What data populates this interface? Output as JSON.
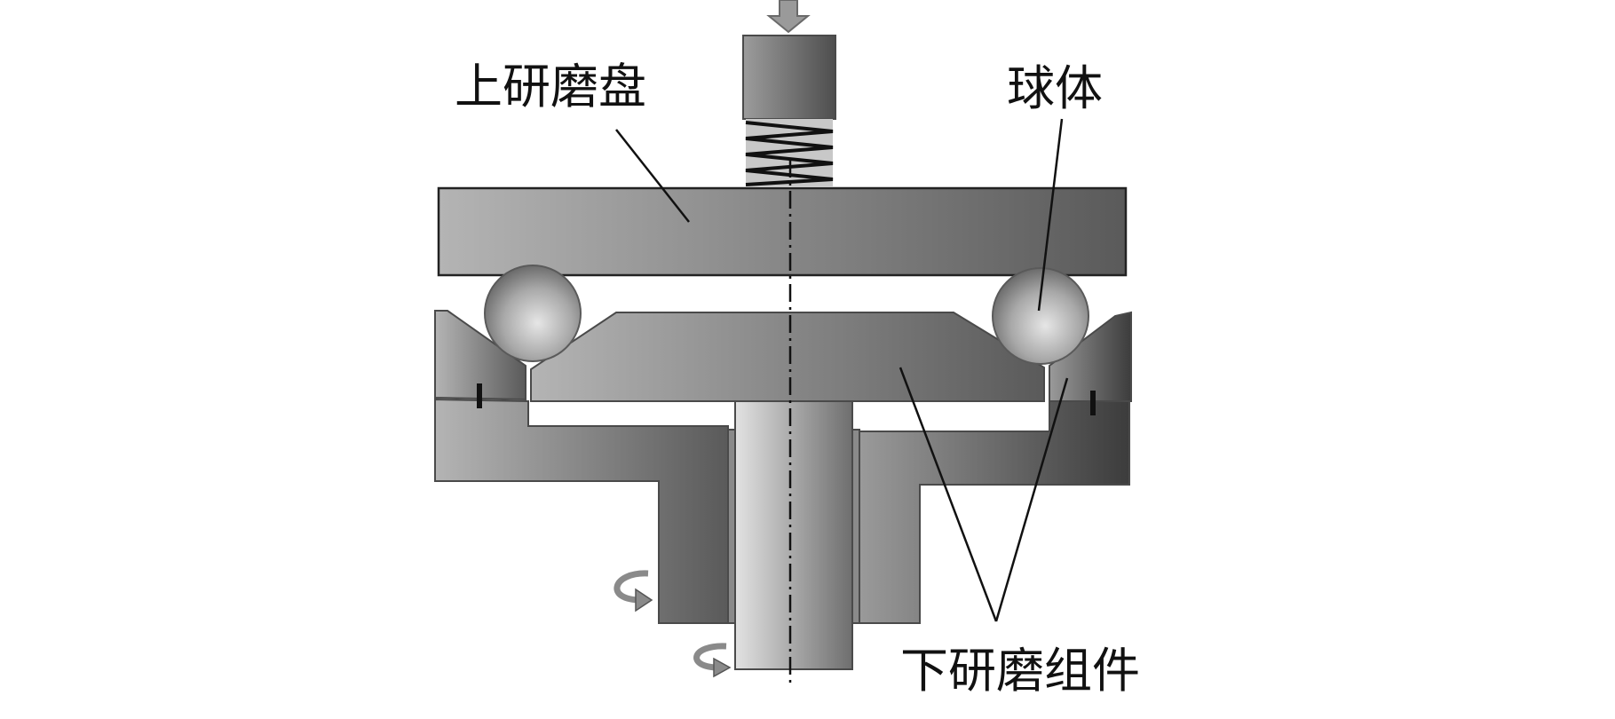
{
  "labels": {
    "upper_disc": "上研磨盘",
    "ball": "球体",
    "lower_assembly": "下研磨组件"
  },
  "colors": {
    "outline": "#4a4a4a",
    "dark_gray": "#5e5e5e",
    "mid_gray": "#8c8c8c",
    "light_gray": "#c4c4c4",
    "leader_line": "#111111",
    "axis_line": "#111111"
  },
  "icons": {
    "load_arrow": "down-arrow-icon",
    "rotation_outer": "rotation-arrow-icon",
    "rotation_shaft": "rotation-arrow-icon"
  }
}
